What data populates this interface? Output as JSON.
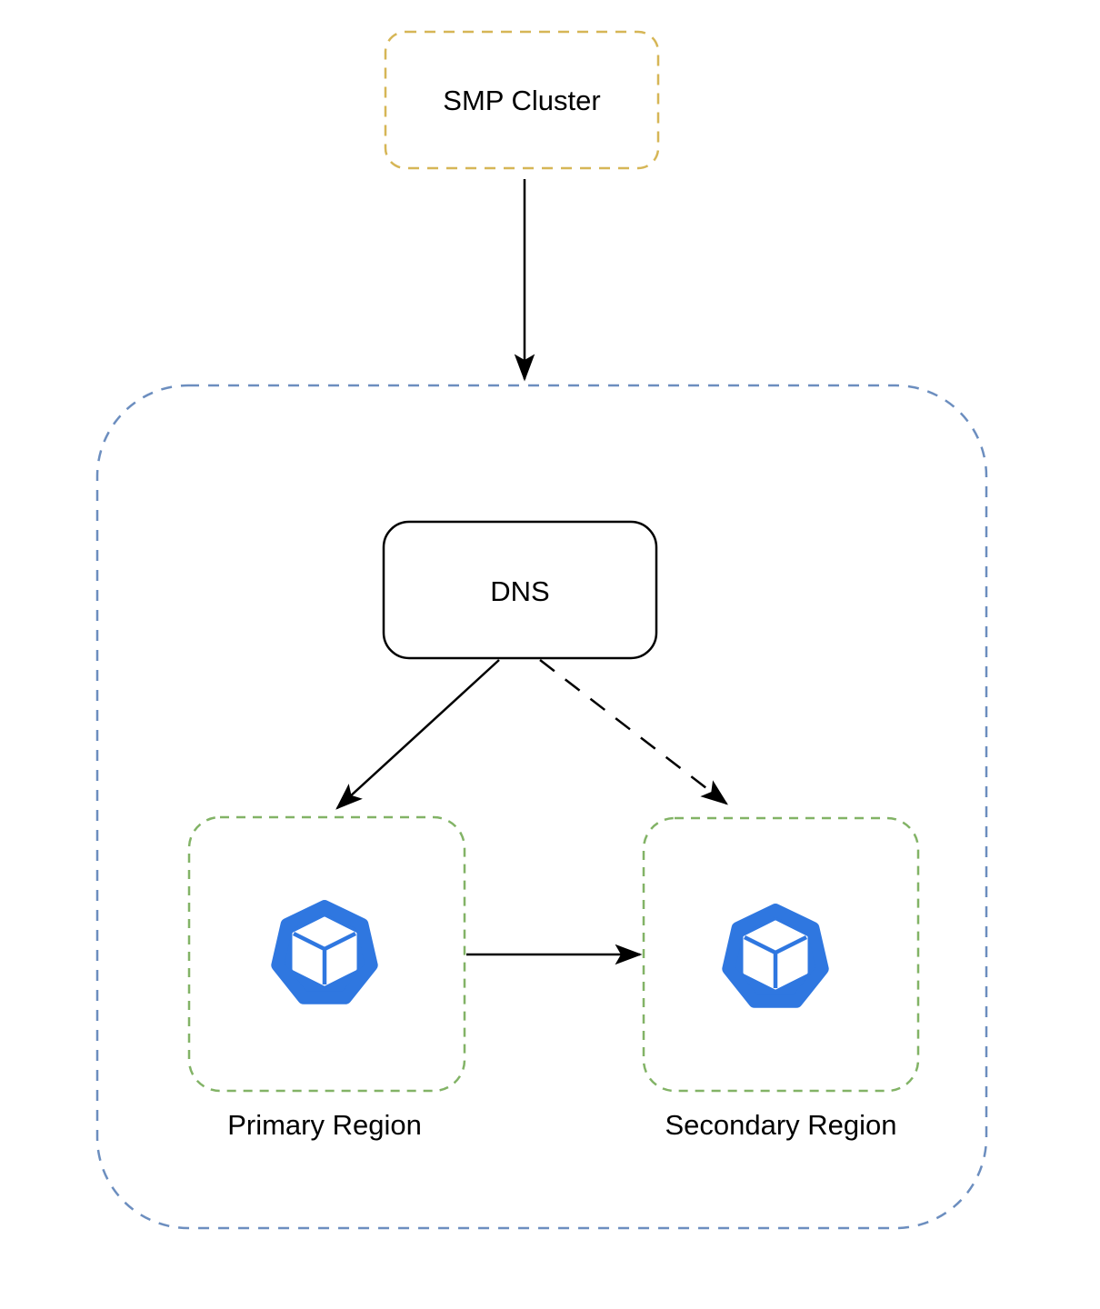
{
  "diagram": {
    "type": "architecture-flow",
    "background": "#ffffff",
    "nodes": {
      "smp_cluster": {
        "label": "SMP Cluster",
        "border_color": "#d6b656",
        "border_style": "dashed",
        "fill": "#ffffff"
      },
      "regions_container": {
        "border_color": "#6c8ebf",
        "border_style": "dashed",
        "fill": "#ffffff"
      },
      "dns": {
        "label": "DNS",
        "border_color": "#000000",
        "border_style": "solid",
        "fill": "#ffffff"
      },
      "primary_region": {
        "label": "Primary Region",
        "border_color": "#82b366",
        "border_style": "dashed",
        "fill": "#ffffff",
        "icon": "kubernetes-cluster-icon"
      },
      "secondary_region": {
        "label": "Secondary Region",
        "border_color": "#82b366",
        "border_style": "dashed",
        "fill": "#ffffff",
        "icon": "kubernetes-cluster-icon"
      }
    },
    "icon_colors": {
      "cluster_blue": "#2f77e0",
      "cube_white": "#ffffff"
    },
    "edge_color": "#000000",
    "edges": [
      {
        "from": "smp_cluster",
        "to": "regions_container",
        "style": "solid",
        "arrowhead": "filled"
      },
      {
        "from": "dns",
        "to": "primary_region",
        "style": "solid",
        "arrowhead": "filled"
      },
      {
        "from": "dns",
        "to": "secondary_region",
        "style": "dashed",
        "arrowhead": "filled"
      },
      {
        "from": "primary_region",
        "to": "secondary_region",
        "style": "solid",
        "arrowhead": "filled"
      }
    ]
  }
}
